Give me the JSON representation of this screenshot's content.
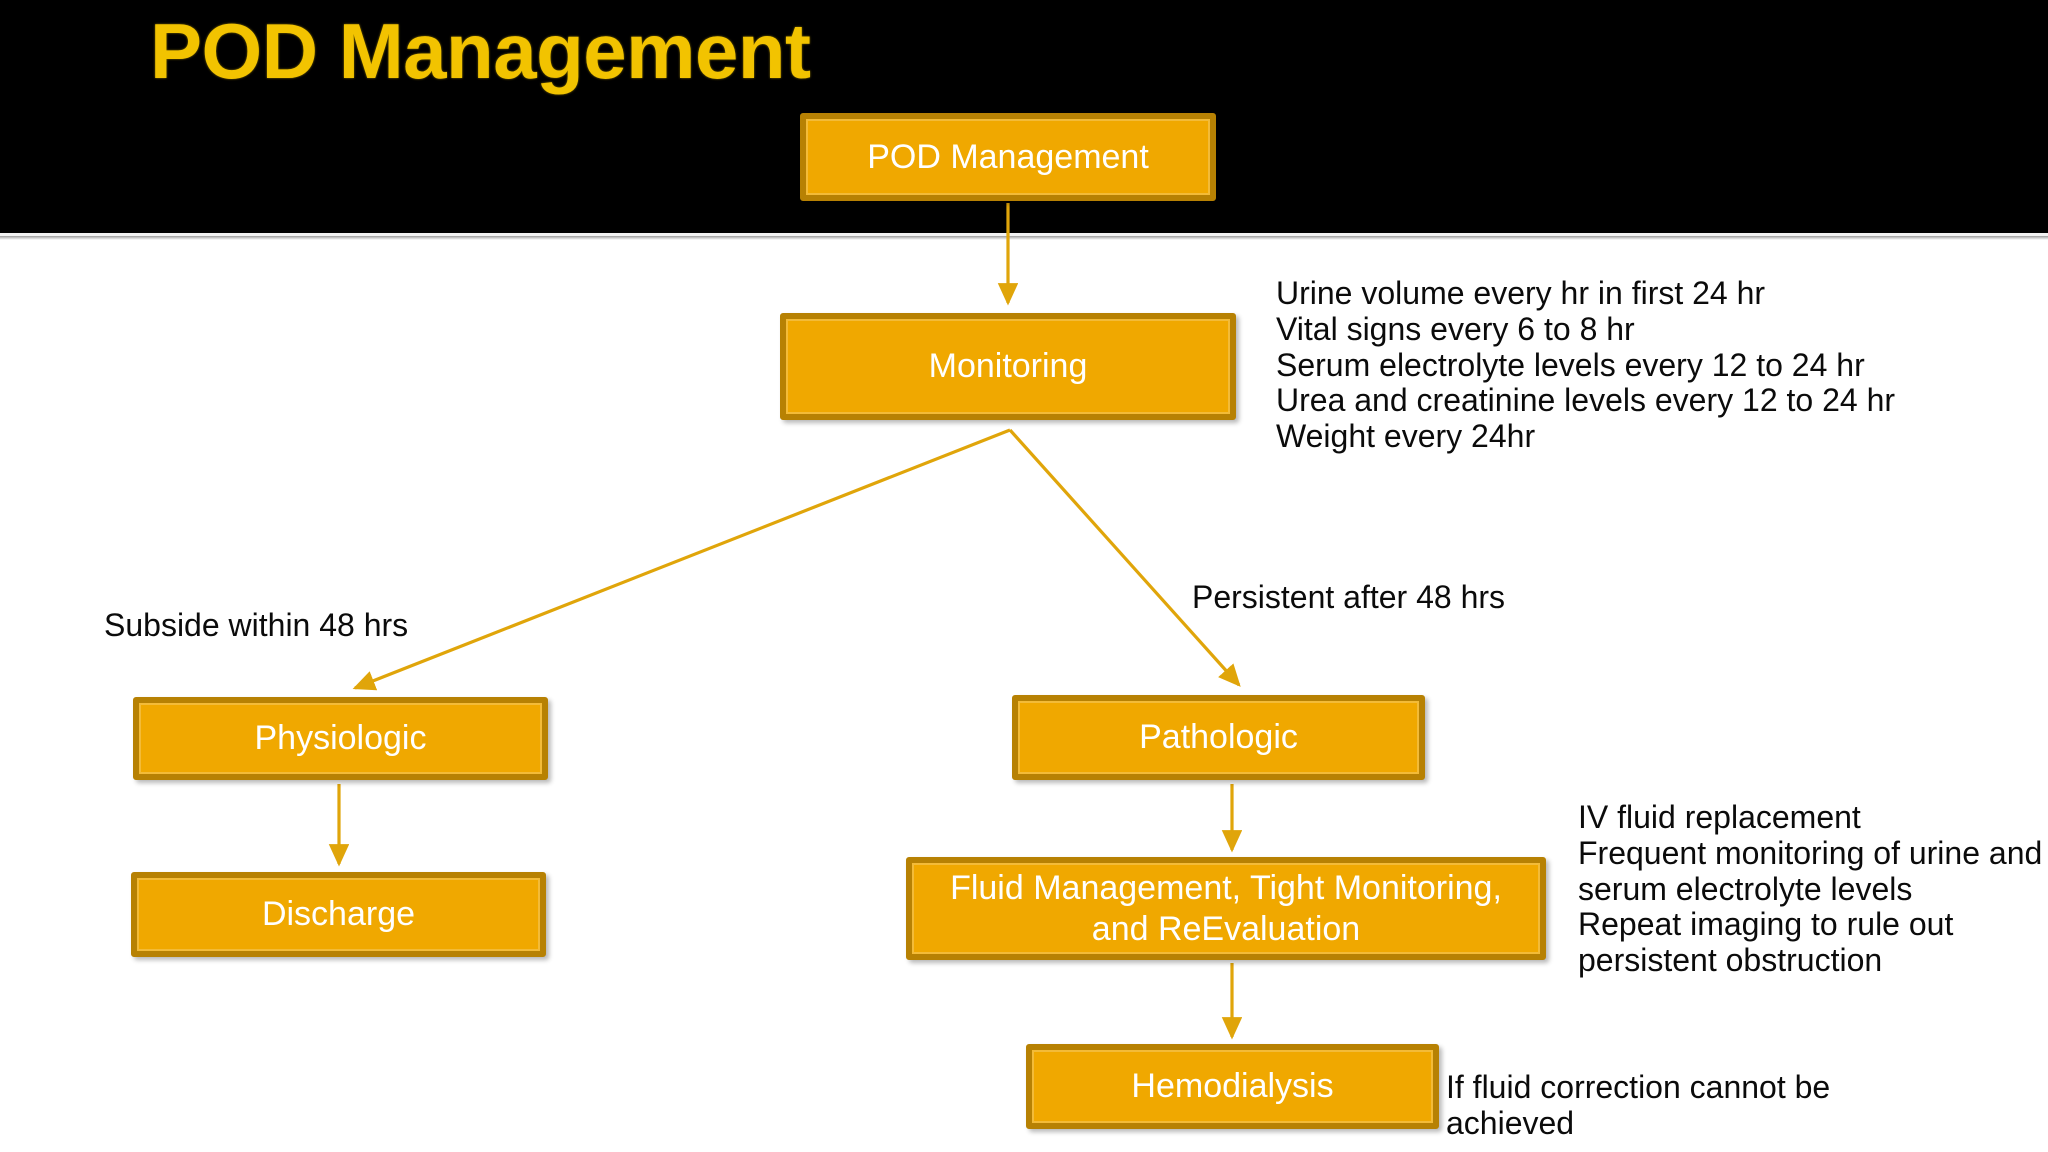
{
  "slide": {
    "title": "POD Management",
    "title_color": "#f2c300",
    "header_background": "#000000",
    "body_background": "#ffffff"
  },
  "theme": {
    "node_fill": "#f0a800",
    "node_border": "#b78103",
    "node_text": "#ffffff",
    "connector": "#e0a50a",
    "body_text": "#0b0b0b"
  },
  "nodes": {
    "pod": "POD Management",
    "monitoring": "Monitoring",
    "physiologic": "Physiologic",
    "pathologic": "Pathologic",
    "discharge": "Discharge",
    "fluid": "Fluid Management, Tight Monitoring, and ReEvaluation",
    "hemodialysis": "Hemodialysis"
  },
  "annotations": {
    "monitoring_notes": "Urine volume every hr in first 24 hr\nVital signs every 6 to 8 hr\nSerum electrolyte levels every 12 to 24 hr\nUrea and creatinine levels every 12 to 24 hr\nWeight every 24hr",
    "branch_left_label": "Subside within 48 hrs",
    "branch_right_label": "Persistent after 48 hrs",
    "pathologic_notes": "IV fluid replacement\nFrequent monitoring of urine and serum electrolyte levels\nRepeat imaging to rule out persistent obstruction",
    "hemodialysis_note": "If fluid correction cannot be achieved"
  }
}
